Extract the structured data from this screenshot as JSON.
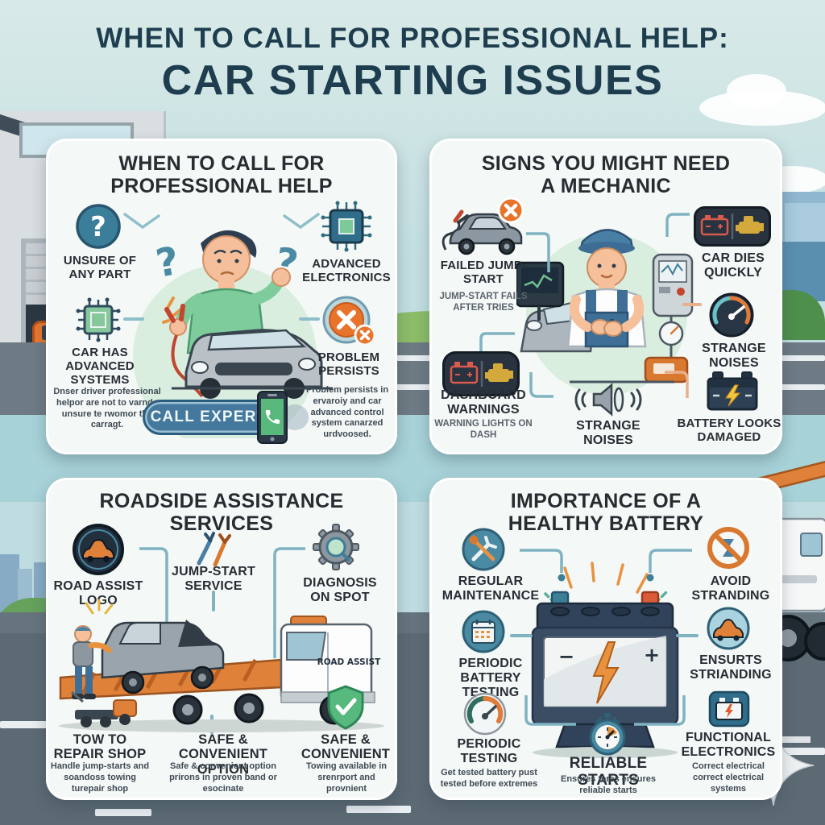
{
  "header": {
    "title_line1": "WHEN TO CALL FOR PROFESSIONAL HELP:",
    "title_line2": "CAR STARTING ISSUES"
  },
  "colors": {
    "title_navy": "#1e3d4f",
    "teal_accent": "#3d7f97",
    "orange_accent": "#e8752f",
    "green_accent": "#7cc79a",
    "panel_background": "#f4f8f6"
  },
  "panel_help": {
    "title": "WHEN TO CALL FOR PROFESSIONAL HELP",
    "unsure_label": "UNSURE OF ANY PART",
    "electronics_label": "ADVANCED ELECTRONICS",
    "systems_label": "CAR HAS ADVANCED SYSTEMS",
    "persists_label": "PROBLEM PERSISTS",
    "note_left": "Dnser driver professional helpor are not to varnds unsure te rwomor the carragt.",
    "note_right": "Problem persists in ervaroiy and car advanced control system canarzed urdvoosed.",
    "call_button": "CALL EXPERT"
  },
  "panel_mechanic": {
    "title": "SIGNS YOU MIGHT NEED A MECHANIC",
    "jumpstart_label": "FAILED JUMP-START",
    "jumpstart_sub": "JUMP-START FAILS AFTER TRIES",
    "dies_label": "CAR DIES QUICKLY",
    "noises_right_label": "STRANGE NOISES",
    "dashboard_label": "DASHBOARD WARNINGS",
    "dashboard_sub": "WARNING LIGHTS ON DASH",
    "noises_bottom_label": "STRANGE NOISES",
    "battery_label": "BATTERY LOOKS DAMAGED"
  },
  "panel_roadside": {
    "title": "ROADSIDE ASSISTANCE SERVICES",
    "logo_label": "ROAD ASSIST LOGO",
    "jumpstart_label": "JUMP-START SERVICE",
    "diagnosis_label": "DIAGNOSIS ON SPOT",
    "truck_label": "ROAD ASSIST",
    "tow_label": "TOW TO REPAIR SHOP",
    "tow_sub": "Handle jump-starts and soandoss towing turepair shop",
    "safe_option_label": "SAFE & CONVENIENT OPTION",
    "safe_option_sub": "Safe & convenient option prirons in proven band or esocinate",
    "safe_label": "SAFE & CONVENIENT",
    "safe_sub": "Towing available in srenrport and provnient"
  },
  "panel_battery": {
    "title": "IMPORTANCE OF A HEALTHY BATTERY",
    "maintenance_label": "REGULAR MAINTENANCE",
    "avoid_label": "AVOID STRANDING",
    "testing_label": "PERIODIC BATTERY TESTING",
    "ensures_label": "ENSURTS STRIANDING",
    "periodic_label": "PERIODIC TESTING",
    "periodic_sub": "Get tested battery pust tested before extremes",
    "reliable_label": "RELIABLE STARTS",
    "reliable_sub": "Ensures teres ensures reliable starts",
    "functional_label": "FUNCTIONAL ELECTRONICS",
    "functional_sub": "Correct electrical correct electrical systems"
  }
}
